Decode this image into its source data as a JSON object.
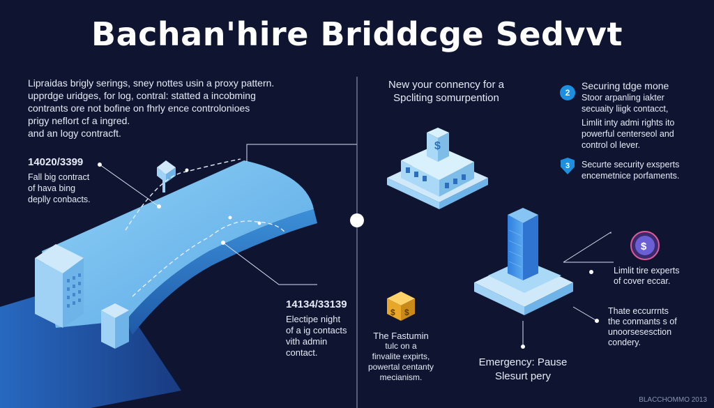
{
  "title": "Bachan'hire Briddcge Sedvvt",
  "intro": {
    "lines": [
      "Lipraidas brigly serings, sney nottes usin a proxy pattern.",
      "upprdge uridges, for log, contral: statted a incobming",
      "contrants ore not bofine on fhrly ence controlonioes",
      "prigy neflort cf a ingred.",
      "and an logy contracft."
    ]
  },
  "left_label": {
    "heading": "14020/3399",
    "lines": [
      "Fall big contract",
      "of hava bing",
      "deplly conbacts."
    ]
  },
  "mid_label": {
    "heading": "14134/33139",
    "lines": [
      "Electipe night",
      "of a ig contacts",
      "vith admin",
      "contact."
    ]
  },
  "center_top": {
    "lines": [
      "New your connency for a",
      "Spcliting somurpention"
    ]
  },
  "coin_label": {
    "lines": [
      "The Fastumin",
      "tulc on a",
      "finvalite expirts,",
      "powertal centanty",
      "mecianism."
    ]
  },
  "emergency": {
    "lines": [
      "Emergency: Pause",
      "Slesurt pery"
    ]
  },
  "right_items": [
    {
      "badge": "2",
      "heading": "Securing tdge mone",
      "lines": [
        "Stoor arpanling iakter",
        "secuaity liigk contacct,"
      ]
    },
    {
      "badge": "",
      "heading": "",
      "lines": [
        "Limlit inty admi rights ito",
        "powerful centerseol and",
        "control ol lever."
      ]
    },
    {
      "badge": "3",
      "heading": "",
      "lines": [
        "Securte security exsperts",
        "encemetnice porfaments."
      ]
    }
  ],
  "right_lower": {
    "a": [
      "Limlit tire experts",
      "of cover eccar."
    ],
    "b": [
      "Thate eccurrnts",
      "the conmants s of",
      "unoorsesesction",
      "condery."
    ]
  },
  "footer": "BLACCHOMMO 2013",
  "colors": {
    "background": "#0f1530",
    "bridge": "#7cc3ee",
    "bridge_dark": "#3a86cc",
    "accent_blue": "#1c8fe0",
    "building_light": "#bfe3fb",
    "coin": "#f2b63a"
  },
  "icons": [
    "dollar-building-icon",
    "coin-cube-icon",
    "dollar-token-icon",
    "shield-icon",
    "tower-icon"
  ]
}
